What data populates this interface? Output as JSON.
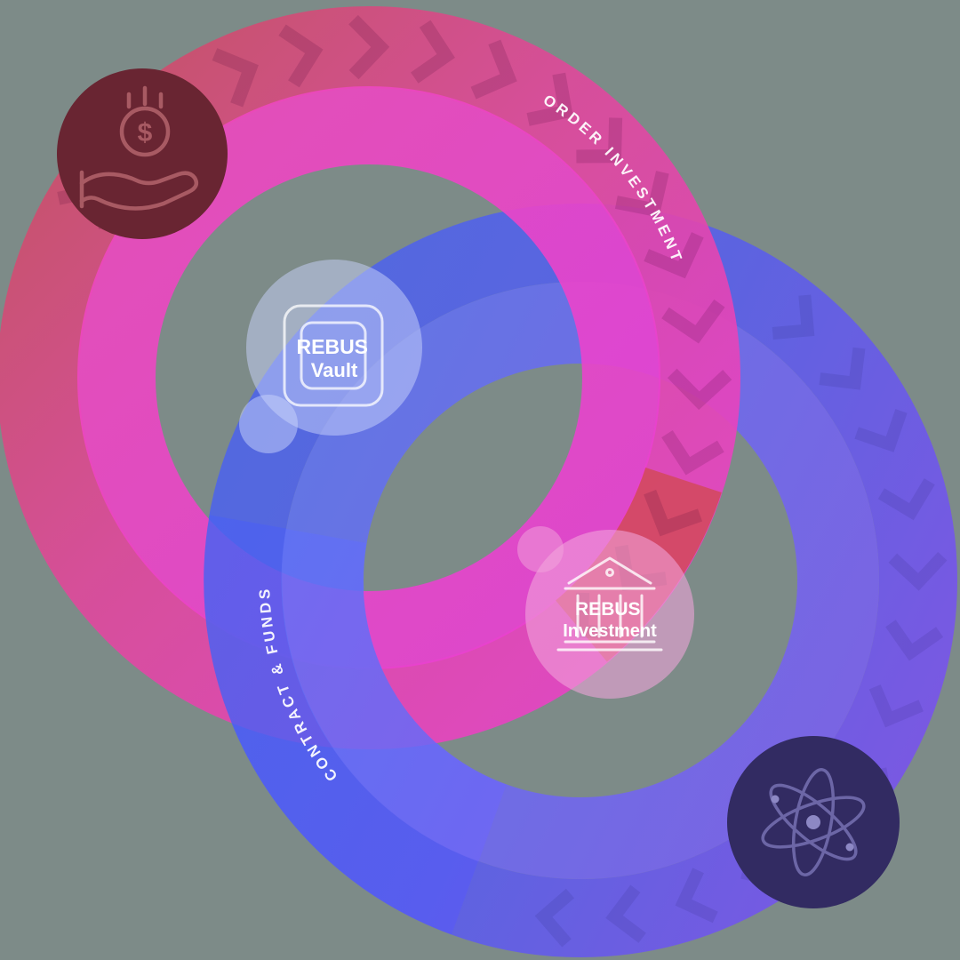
{
  "canvas": {
    "background": "#7d8b88"
  },
  "rings": {
    "pink": {
      "label": "ORDER INVESTMENT",
      "gradient": [
        "#ca4e5c",
        "#e0489c",
        "#ec40cf"
      ],
      "accent_red_segment": "#d2495a"
    },
    "blue": {
      "label": "CONTRACT & FUNDS",
      "gradient": [
        "#4a63ee",
        "#575cf0",
        "#7b4ff2"
      ]
    }
  },
  "nodes": {
    "money": {
      "icon": "hand-coin-icon",
      "badge_color": "#692532",
      "icon_color": "#a85a63",
      "symbol": "$"
    },
    "vault": {
      "title": "REBUS",
      "subtitle": "Vault",
      "icon": "vault-icon",
      "disc_color": "#c9d4fb"
    },
    "investment": {
      "title": "REBUS",
      "subtitle": "Investment",
      "icon": "bank-icon",
      "disc_color": "#f1a6db"
    },
    "cosmos": {
      "icon": "atom-icon",
      "badge_color": "#322b62",
      "icon_color": "#6c66a6"
    }
  }
}
